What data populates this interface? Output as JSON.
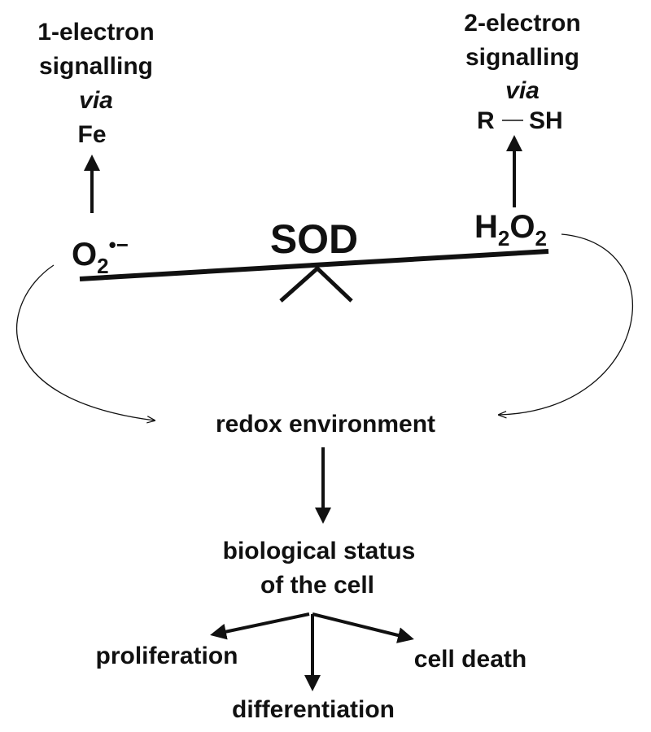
{
  "left": {
    "line1": "1-electron",
    "line2": "signalling",
    "via": "via",
    "target": "Fe",
    "species": {
      "base": "O",
      "sub": "2",
      "sup": "•−"
    }
  },
  "right": {
    "line1": "2-electron",
    "line2": "signalling",
    "via": "via",
    "target_r": "R",
    "target_sh": "SH",
    "species": {
      "h": "H",
      "sub1": "2",
      "o": "O",
      "sub2": "2"
    }
  },
  "center": {
    "enzyme": "SOD"
  },
  "flow": {
    "environment": "redox environment",
    "status_line1": "biological status",
    "status_line2": "of the cell"
  },
  "outcomes": {
    "proliferation": "proliferation",
    "differentiation": "differentiation",
    "death": "cell death"
  }
}
